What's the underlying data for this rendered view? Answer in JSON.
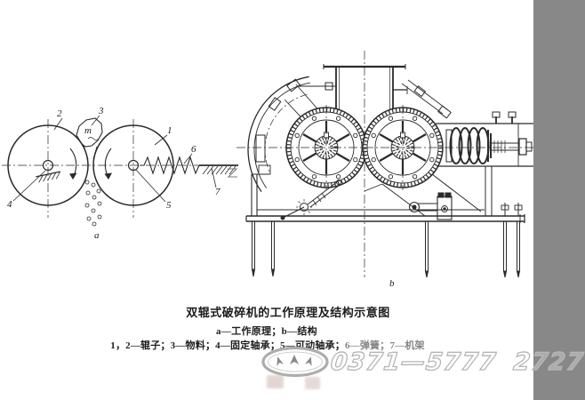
{
  "figure": {
    "title": "双辊式破碎机的工作原理及结构示意图",
    "subtitle": "a—工作原理；b—结构",
    "legend": "1，2—辊子；3—物料；4—固定轴承；5—可动轴承；6—弹簧；7—机架"
  },
  "diagram_a": {
    "caption": "a",
    "labels": {
      "roller_right": "1",
      "roller_left": "2",
      "material": "3",
      "fixed_bearing": "4",
      "movable_bearing": "5",
      "spring": "6",
      "frame": "7",
      "material_mark": "m"
    }
  },
  "diagram_b": {
    "caption": "b"
  },
  "watermark": {
    "phone": "0371—5777 2727"
  },
  "colors": {
    "ink": "#2b2b2b",
    "watermark_gray": "#b5b5b5"
  }
}
